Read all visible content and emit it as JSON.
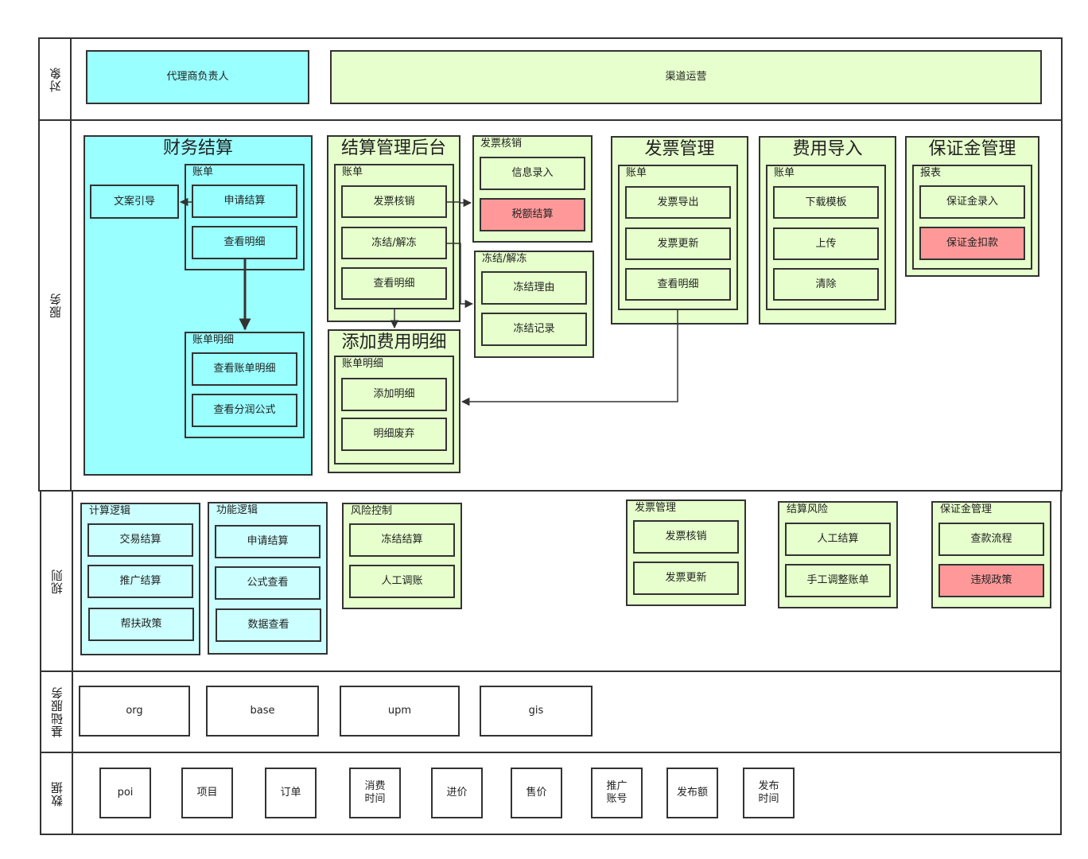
{
  "lanes": {
    "object": "对象",
    "service": "服务",
    "rules": "规则",
    "base": "基础服务",
    "data": "数据"
  },
  "objects": {
    "agent": "代理商负责人",
    "channel": "渠道运营"
  },
  "finance": {
    "title": "财务结算",
    "bill_label": "账单",
    "apply": "申请结算",
    "view_detail": "查看明细",
    "copy_guide": "文案引导",
    "bill_detail_label": "账单明细",
    "view_bill_detail": "查看账单明细",
    "view_formula": "查看分润公式"
  },
  "settle_backend": {
    "title": "结算管理后台",
    "bill_label": "账单",
    "invoice_verify": "发票核销",
    "freeze": "冻结/解冻",
    "view_detail": "查看明细"
  },
  "invoice_verify_panel": {
    "label": "发票核销",
    "info_entry": "信息录入",
    "tax_settle": "税额结算"
  },
  "freeze_panel": {
    "label": "冻结/解冻",
    "reason": "冻结理由",
    "record": "冻结记录"
  },
  "add_fee": {
    "title": "添加费用明细",
    "label": "账单明细",
    "add": "添加明细",
    "discard": "明细废弃"
  },
  "invoice_mgmt": {
    "title": "发票管理",
    "bill_label": "账单",
    "export": "发票导出",
    "update": "发票更新",
    "view_detail": "查看明细"
  },
  "fee_import": {
    "title": "费用导入",
    "bill_label": "账单",
    "download": "下载模板",
    "upload": "上传",
    "clear": "清除"
  },
  "deposit": {
    "title": "保证金管理",
    "report_label": "报表",
    "entry": "保证金录入",
    "deduct": "保证金扣款"
  },
  "rules": {
    "calc": {
      "label": "计算逻辑",
      "items": [
        "交易结算",
        "推广结算",
        "帮扶政策"
      ]
    },
    "func": {
      "label": "功能逻辑",
      "items": [
        "申请结算",
        "公式查看",
        "数据查看"
      ]
    },
    "risk": {
      "label": "风险控制",
      "items": [
        "冻结结算",
        "人工调账"
      ]
    },
    "invoice": {
      "label": "发票管理",
      "items": [
        "发票核销",
        "发票更新"
      ]
    },
    "settle_risk": {
      "label": "结算风险",
      "items": [
        "人工结算",
        "手工调整账单"
      ]
    },
    "deposit": {
      "label": "保证金管理",
      "items": [
        "查款流程",
        "违规政策"
      ]
    }
  },
  "base_services": [
    "org",
    "base",
    "upm",
    "gis"
  ],
  "data_items": [
    "poi",
    "项目",
    "订单",
    "消费\n时间",
    "进价",
    "售价",
    "推广\n账号",
    "发布额",
    "发布\n时间"
  ],
  "colors": {
    "cyan": "#99ffff",
    "light_cyan": "#ccffff",
    "green": "#e6ffcc",
    "red": "#ff9999",
    "stroke": "#333333"
  }
}
